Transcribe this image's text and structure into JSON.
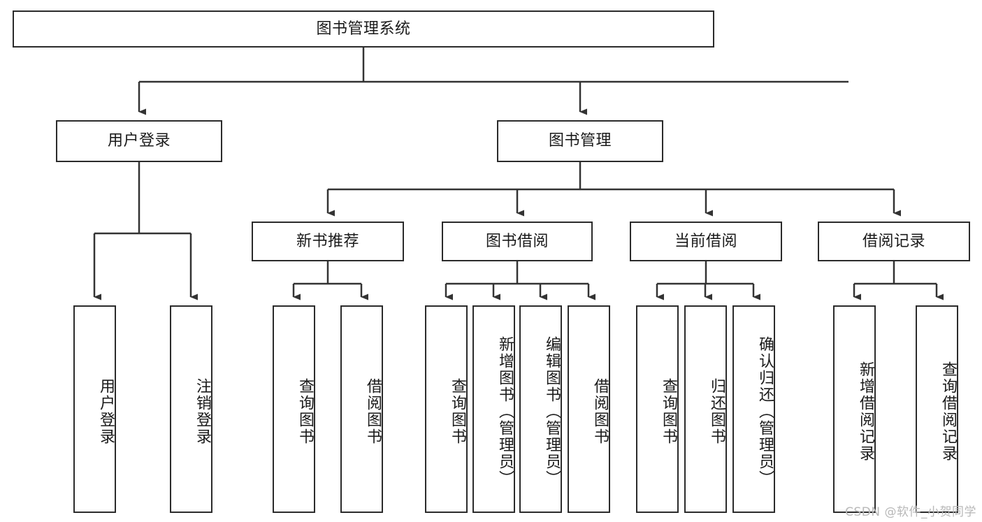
{
  "diagram": {
    "title": "图书管理系统",
    "type": "hierarchical-tree",
    "watermark": "CSDN @软件_小贺同学",
    "colors": {
      "box_border": "#2b2b2b",
      "box_fill": "#ffffff",
      "connector": "#333333",
      "text": "#1a1a1a",
      "watermark": "#b8b8b8"
    },
    "nodes": {
      "root": {
        "label": "图书管理系统",
        "orientation": "horizontal"
      },
      "level2": [
        {
          "label": "用户登录",
          "orientation": "horizontal"
        },
        {
          "label": "图书管理",
          "orientation": "horizontal"
        }
      ],
      "level3": [
        {
          "label": "新书推荐",
          "orientation": "horizontal"
        },
        {
          "label": "图书借阅",
          "orientation": "horizontal"
        },
        {
          "label": "当前借阅",
          "orientation": "horizontal"
        },
        {
          "label": "借阅记录",
          "orientation": "horizontal"
        }
      ],
      "leaves": {
        "user_login": [
          {
            "label": "用户登录",
            "orientation": "vertical"
          },
          {
            "label": "注销登录",
            "orientation": "vertical"
          }
        ],
        "new_book_recommend": [
          {
            "label": "查询图书",
            "orientation": "vertical"
          },
          {
            "label": "借阅图书",
            "orientation": "vertical"
          }
        ],
        "book_borrow": [
          {
            "label": "查询图书",
            "orientation": "vertical"
          },
          {
            "label": "新增图书（管理员）",
            "orientation": "vertical"
          },
          {
            "label": "编辑图书（管理员）",
            "orientation": "vertical"
          },
          {
            "label": "借阅图书",
            "orientation": "vertical"
          }
        ],
        "current_borrow": [
          {
            "label": "查询图书",
            "orientation": "vertical"
          },
          {
            "label": "归还图书",
            "orientation": "vertical"
          },
          {
            "label": "确认归还（管理员）",
            "orientation": "vertical"
          }
        ],
        "borrow_record": [
          {
            "label": "新增借阅记录",
            "orientation": "vertical"
          },
          {
            "label": "查询借阅记录",
            "orientation": "vertical"
          }
        ]
      }
    }
  }
}
